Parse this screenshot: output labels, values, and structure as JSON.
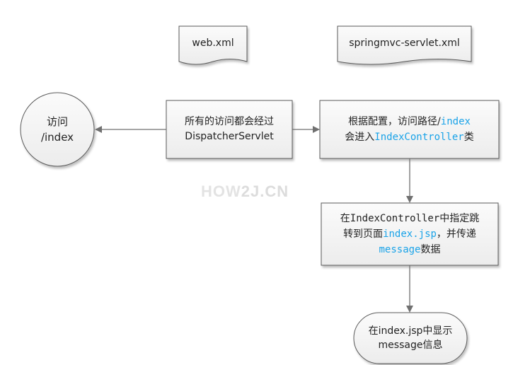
{
  "documents": {
    "web_xml": "web.xml",
    "springmvc_xml": "springmvc-servlet.xml"
  },
  "nodes": {
    "visit": {
      "line1": "访问",
      "line2": "/index"
    },
    "dispatcher": {
      "line1": "所有的访问都会经过",
      "line2": "DispatcherServlet"
    },
    "config": {
      "l1_pre": "根据配置，访问路径/",
      "l1_code": "index",
      "l2_pre": "会进入",
      "l2_code": "IndexController",
      "l2_post": "类"
    },
    "controller": {
      "l1": "在IndexController中指定跳",
      "l2_pre": "转到页面",
      "l2_code": "index.jsp",
      "l2_post": "，并传递",
      "l3_code": "message",
      "l3_post": "数据"
    },
    "jsp": {
      "line1": "在index.jsp中显示",
      "line2": "message信息"
    }
  },
  "watermark": {
    "part1": "HOW",
    "part2": "2J.CN"
  },
  "colors": {
    "box_fill": "#f2f2f2",
    "box_stroke": "#5a5a5a",
    "arrow": "#707070",
    "code_blue": "#1aa3e8"
  }
}
